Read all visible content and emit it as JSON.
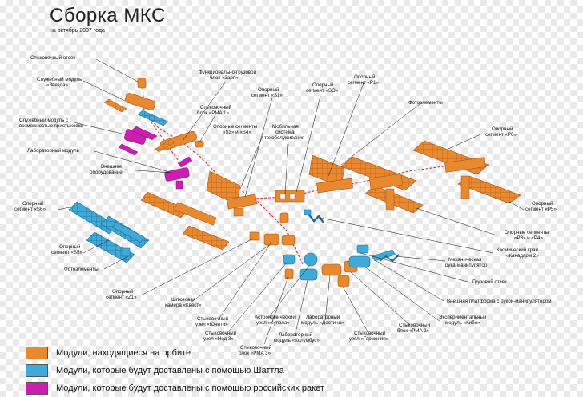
{
  "title": "Сборка МКС",
  "subtitle": "на октябрь 2007 года",
  "colors": {
    "orbit": "#e8892f",
    "shuttle": "#3fa9d8",
    "russian": "#cc1fb2",
    "orbit_dark": "#a9561a",
    "shuttle_dark": "#1d6f96",
    "russian_dark": "#861477"
  },
  "labels": {
    "docking_compartment": "Стыковочный отсек",
    "service_module_line1": "Служебный модуль",
    "service_module_line2": "«Звезда»",
    "fgb_line1": "Функционально-грузовой",
    "fgb_line2": "блок «Заря»",
    "service_module_dock_line1": "Служебный модуль с",
    "service_module_dock_line2": "возможностью пристыковки",
    "lab_module": "Лабораторный модуль",
    "pma1_line1": "Стыковочный",
    "pma1_line2": "блок «PMA 1»",
    "ext_equipment_line1": "Внешнее",
    "ext_equipment_line2": "оборудование",
    "s1_line1": "Опорный",
    "s1_line2": "сегмент «S1»",
    "s0_line1": "Опорный",
    "s0_line2": "сегмент «SO»",
    "p1_line1": "Опорный",
    "p1_line2": "сегмент «P1»",
    "s3s4_line1": "Опорные сегменты",
    "s3s4_line2": "«S3» и «S4»",
    "mobile_line1": "Мобильная",
    "mobile_line2": "система",
    "mobile_line3": "техобслуживания",
    "photo_elements_top": "Фотоэлементы",
    "p6_line1": "Опорный",
    "p6_line2": "сегмент «P6»",
    "s6_line1": "Опорный",
    "s6_line2": "сегмент «S6»",
    "s5_line1": "Опорный",
    "s5_line2": "сегмент «S5»",
    "photo_elements_left": "Фотоэлементы",
    "p5_line1": "Опорный",
    "p5_line2": "сегмент «P5»",
    "p3p4_line1": "Опорные сегменты",
    "p3p4_line2": "«P3» и «P4»",
    "cranes_line1": "Космический кран",
    "cranes_line2": "«Канадарм 2»",
    "manip_line1": "Механическая",
    "manip_line2": "рука-манипулятор",
    "cargo": "Грузовой отсек",
    "ext_platform": "Внешняя платформа с рукой-манипулятором",
    "exp_module_line1": "Экспериментальный",
    "exp_module_line2": "модуль «Кибо»",
    "z1_line1": "Опорный",
    "z1_line2": "сегмент «Z1»",
    "airlock_line1": "Шлюзовая",
    "airlock_line2": "камера «Квест»",
    "unity_line1": "Стыковочный",
    "unity_line2": "узел «Юнити»",
    "node3_line1": "Стыковочный",
    "node3_line2": "узел «Нод 3»",
    "pma3_line1": "Стыковочный",
    "pma3_line2": "блок «PMA 3»",
    "cupola_line1": "Астрономический",
    "cupola_line2": "узел «Купола»",
    "columbus_line1": "Лабораторный",
    "columbus_line2": "модуль «Колумбус»",
    "destiny_line1": "Лабораторный",
    "destiny_line2": "модуль «Дестини»",
    "harmony_line1": "Стыковочный",
    "harmony_line2": "узел «Гармония»",
    "pma2_line1": "Стыковочный",
    "pma2_line2": "блок «PMA 2»"
  },
  "legend": [
    {
      "label": "Модули, находящиеся на орбите",
      "color": "#e8892f"
    },
    {
      "label": "Модули, которые будут доставлены с помощью Шаттла",
      "color": "#3fa9d8"
    },
    {
      "label": "Модули, которые будут доставлены с помощью российских ракет",
      "color": "#cc1fb2"
    }
  ]
}
